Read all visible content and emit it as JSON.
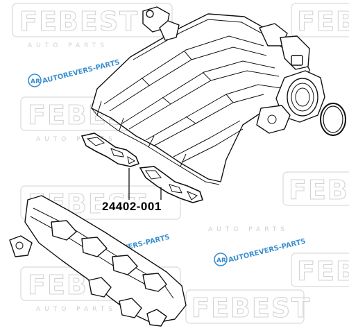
{
  "watermark": {
    "brand": "FEBEST",
    "tagline": "AUTO PARTS",
    "badge": "AUTOREVERS-PARTS",
    "badge_icon": "ar-logo-icon",
    "brand_color": "#d3d3d3",
    "badge_color": "#3a8fd0"
  },
  "callout": {
    "part_number": "24402-001"
  },
  "parts": [
    {
      "name": "intake-manifold",
      "icon": "intake-manifold-icon"
    },
    {
      "name": "intake-manifold-gasket",
      "icon": "gasket-icon"
    },
    {
      "name": "throttle-o-ring",
      "icon": "o-ring-icon"
    },
    {
      "name": "lower-intake-runner",
      "icon": "runner-icon"
    }
  ]
}
